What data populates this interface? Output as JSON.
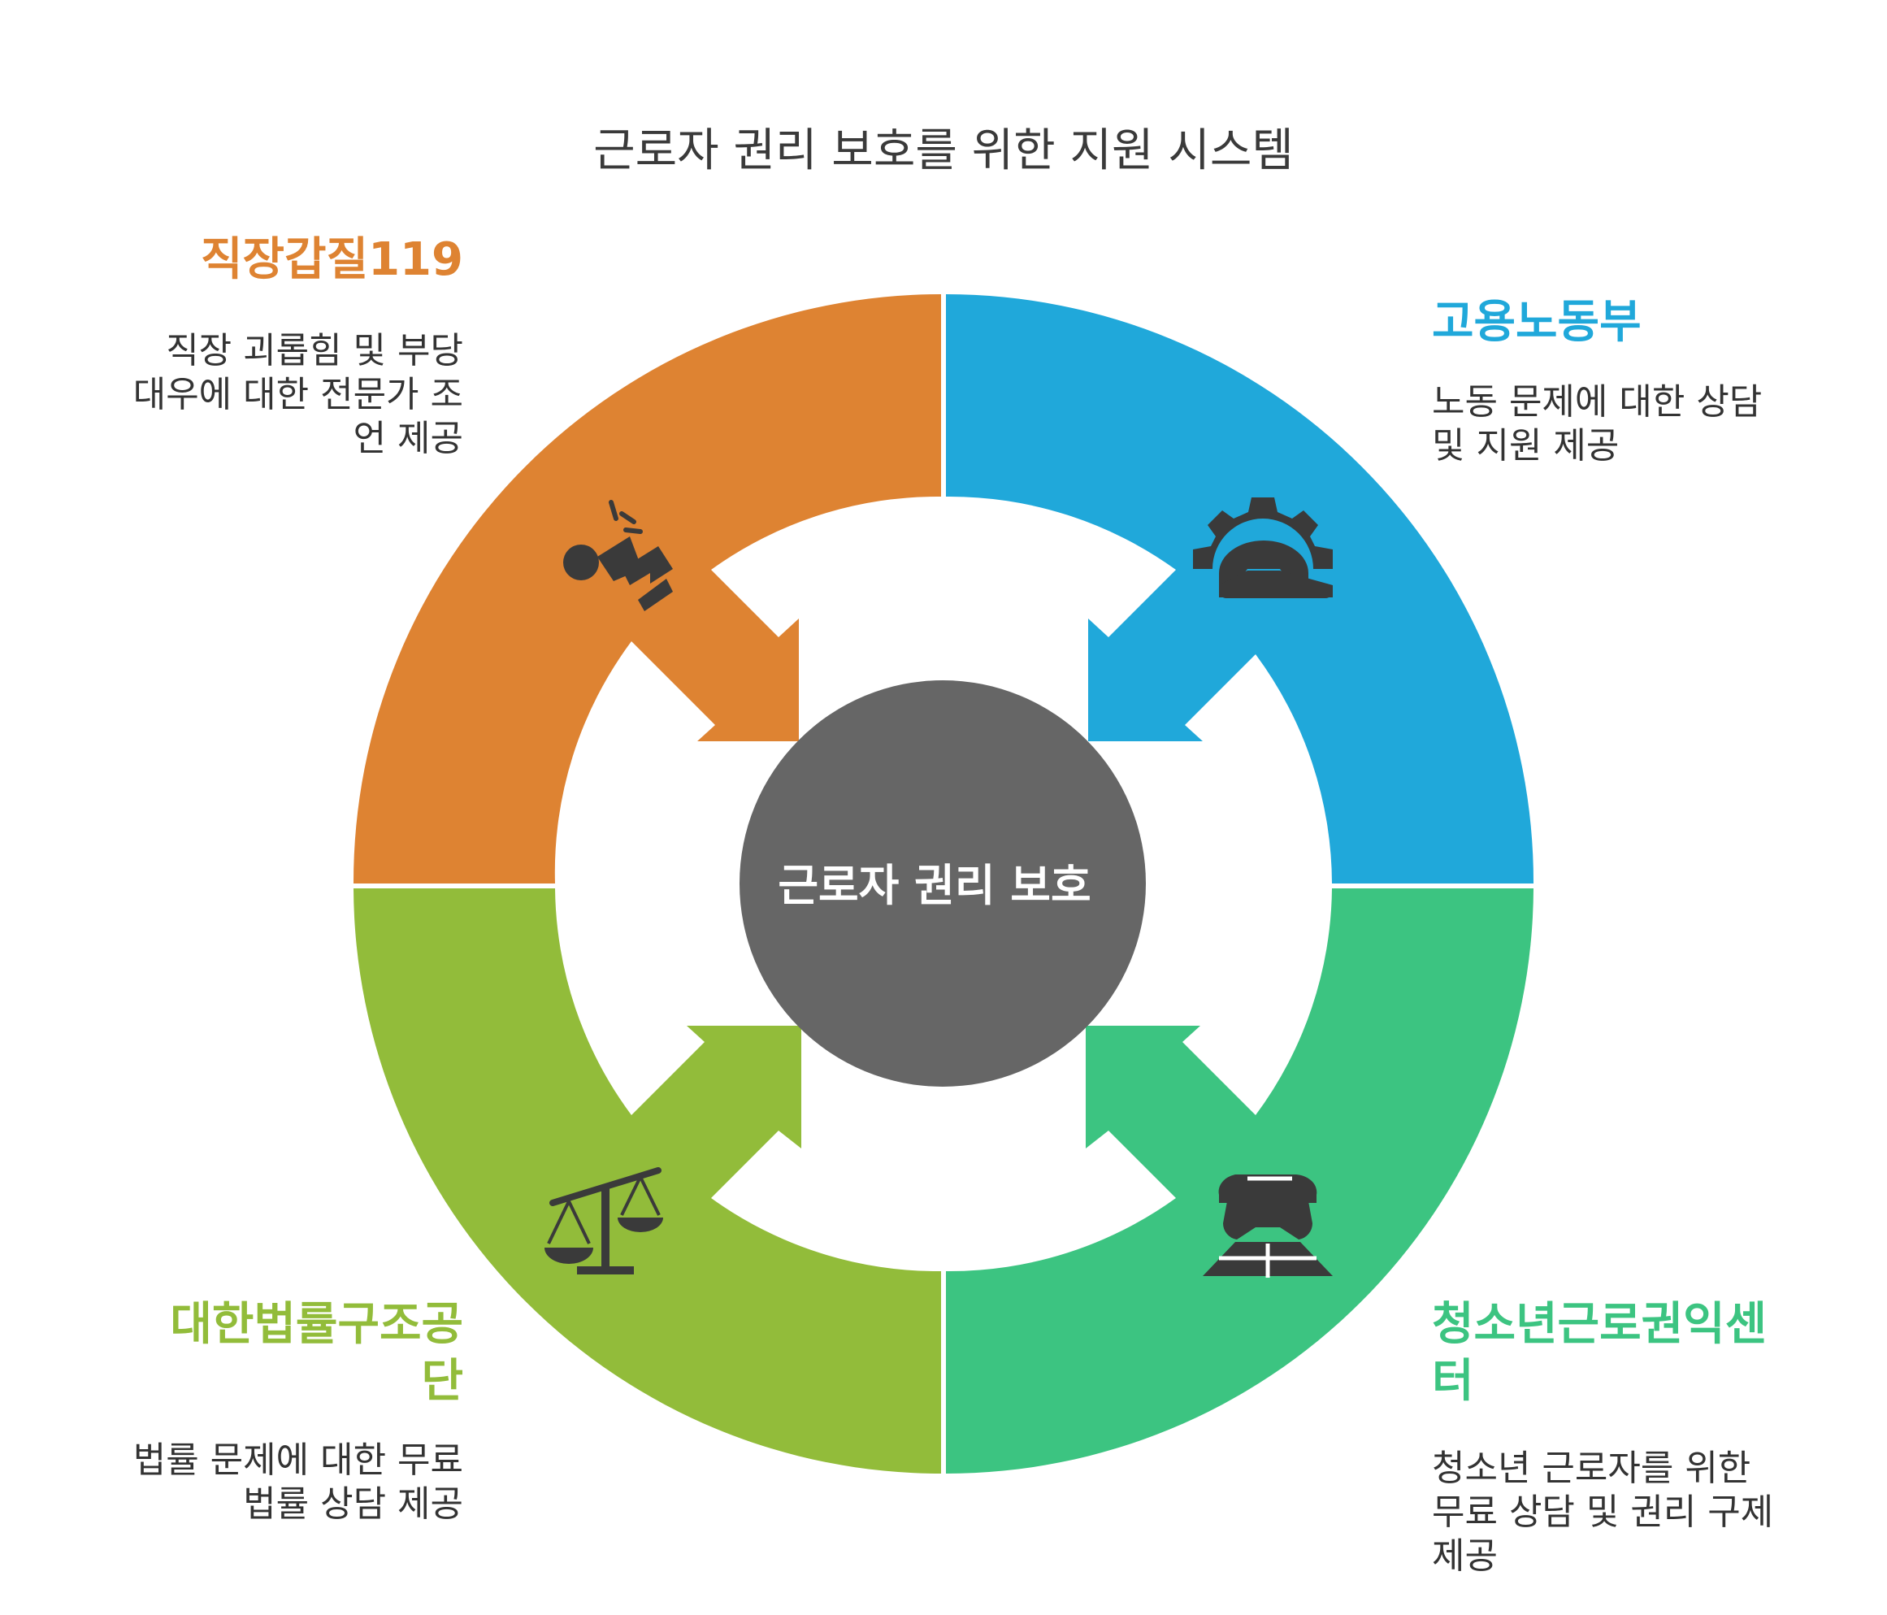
{
  "title": "근로자 권리 보호를 위한 지원 시스템",
  "center": {
    "label": "근로자 권리 보호",
    "color": "#666666"
  },
  "segments": [
    {
      "id": "top-left",
      "name": "직장갑질119",
      "description": "직장 괴롭힘 및 부당 대우에 대한 전문가 조언 제공",
      "color": "#DE8332",
      "icon": "whistle-icon"
    },
    {
      "id": "top-right",
      "name": "고용노동부",
      "description": "노동 문제에 대한 상담 및 지원 제공",
      "color": "#20A8DA",
      "icon": "gear-phone-icon"
    },
    {
      "id": "bottom-left",
      "name": "대한법률구조공단",
      "description": "법률 문제에 대한 무료 법률 상담 제공",
      "color": "#92BC3A",
      "icon": "scales-icon"
    },
    {
      "id": "bottom-right",
      "name": "청소년근로권익센터",
      "description": "청소년 근로자를 위한 무료 상담 및 권리 구제 제공",
      "color": "#3CC481",
      "icon": "worker-icon"
    }
  ]
}
